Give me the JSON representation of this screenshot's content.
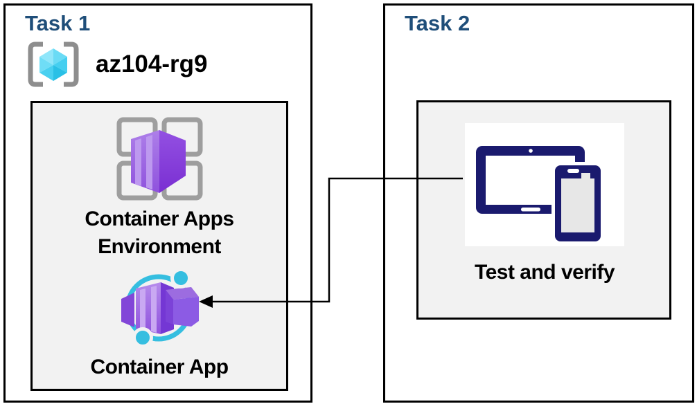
{
  "diagram": {
    "type": "azure-lab-task-diagram",
    "connector": {
      "from": "test-and-verify-icon",
      "to": "container-app-icon",
      "style": "elbow-line-with-left-arrowhead"
    }
  },
  "colors": {
    "title_blue": "#1F4E79",
    "text_black": "#000000",
    "panel_bg": "#F2F2F2",
    "box_border": "#000000",
    "bracket_gray": "#8E8E8E",
    "grid_gray": "#9E9E9E",
    "cyan_cube": "#50D7F2",
    "cyan_ring": "#35BEE0",
    "purple": "#8B46DD",
    "navy_device": "#1A1A6E"
  },
  "task1": {
    "title": "Task 1",
    "resource_group": {
      "icon": "resource-group-icon",
      "name": "az104-rg9"
    },
    "items": [
      {
        "icon": "container-apps-environment-icon",
        "label": "Container Apps Environment"
      },
      {
        "icon": "container-app-icon",
        "label": "Container App"
      }
    ]
  },
  "task2": {
    "title": "Task 2",
    "items": [
      {
        "icon": "test-and-verify-icon",
        "label": "Test and verify"
      }
    ]
  }
}
